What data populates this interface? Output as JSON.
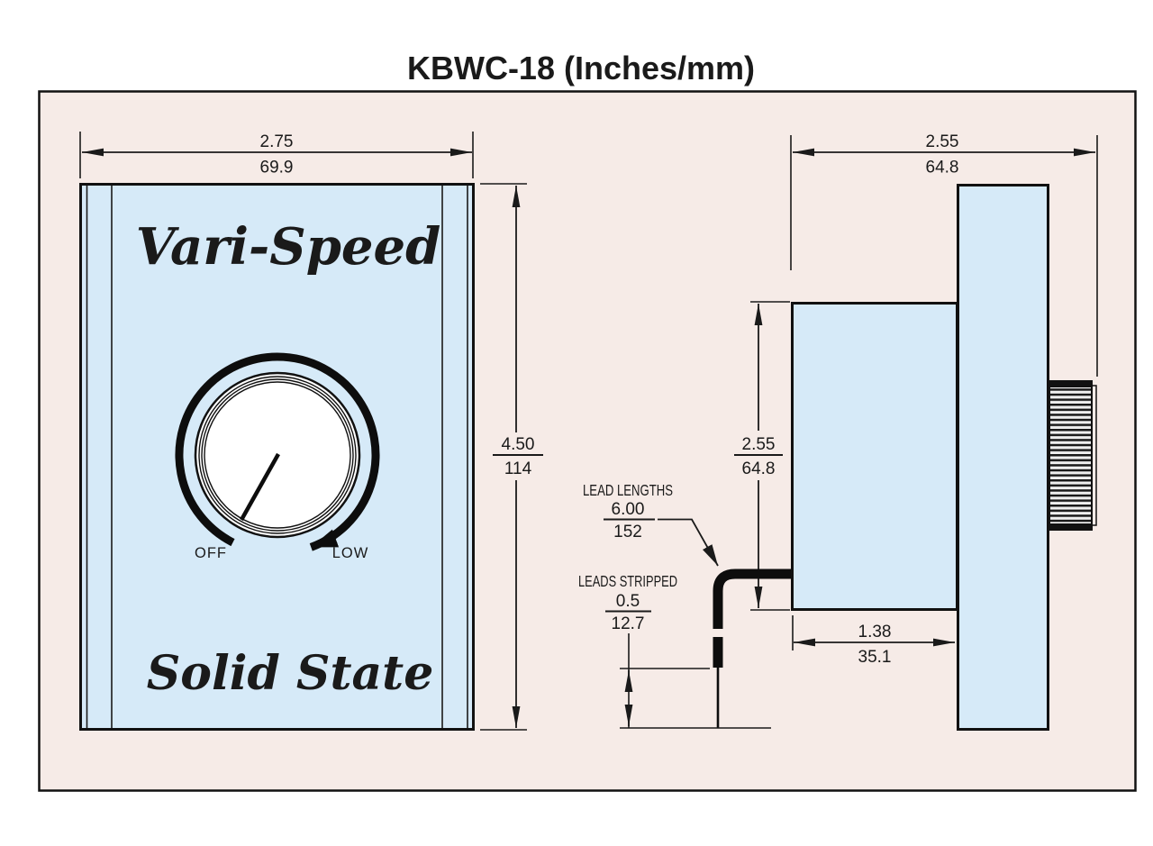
{
  "title": "KBWC-18 (Inches/mm)",
  "colors": {
    "accent": "#29abe2",
    "paper": "#f6ebe7",
    "panel": "#d6eaf8",
    "ink": "#111111"
  },
  "front_view": {
    "brand_top": "Vari-Speed",
    "brand_bottom": "Solid State",
    "knob_label_left": "OFF",
    "knob_label_right": "LOW",
    "dim_width": {
      "in": "2.75",
      "mm": "69.9"
    },
    "dim_height": {
      "in": "4.50",
      "mm": "114"
    }
  },
  "side_view": {
    "dim_total_depth": {
      "in": "2.55",
      "mm": "64.8"
    },
    "dim_body_height": {
      "in": "2.55",
      "mm": "64.8"
    },
    "dim_body_depth": {
      "in": "1.38",
      "mm": "35.1"
    },
    "lead_lengths": {
      "label": "LEAD LENGTHS",
      "in": "6.00",
      "mm": "152"
    },
    "leads_stripped": {
      "label": "LEADS STRIPPED",
      "in": "0.5",
      "mm": "12.7"
    }
  }
}
